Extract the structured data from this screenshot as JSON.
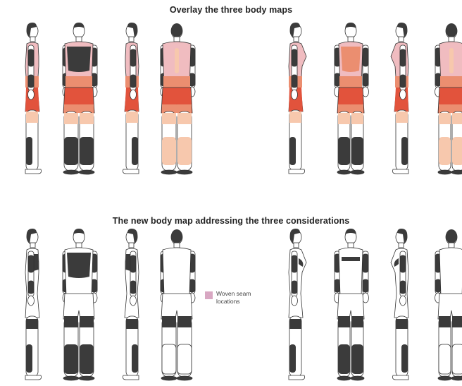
{
  "titles": {
    "top": "Overlay the three body maps",
    "bottom": "The new body map addressing the three considerations"
  },
  "legend": {
    "label": "Woven seam locations",
    "color": "#d8a7c2"
  },
  "colors": {
    "dark": "#3b3b3b",
    "red": "#e2533c",
    "salmon": "#eb8e70",
    "peach": "#f7c8ad",
    "pink": "#f0bcc0",
    "outline": "#333333",
    "skin": "#ffffff"
  },
  "rows": [
    {
      "id": "overlay-row",
      "groups": [
        {
          "id": "male-overlay",
          "sex": "male",
          "style": "color",
          "views": [
            "side-left",
            "front",
            "side-right",
            "back"
          ]
        },
        {
          "id": "female-overlay",
          "sex": "female",
          "style": "color",
          "views": [
            "side-left",
            "front",
            "side-right",
            "back"
          ]
        }
      ]
    },
    {
      "id": "new-map-row",
      "groups": [
        {
          "id": "male-new-map",
          "sex": "male",
          "style": "mono",
          "views": [
            "side-left",
            "front",
            "side-right",
            "back"
          ]
        },
        {
          "id": "female-new-map",
          "sex": "female",
          "style": "mono",
          "views": [
            "side-left",
            "front",
            "side-right",
            "back"
          ]
        }
      ]
    }
  ]
}
